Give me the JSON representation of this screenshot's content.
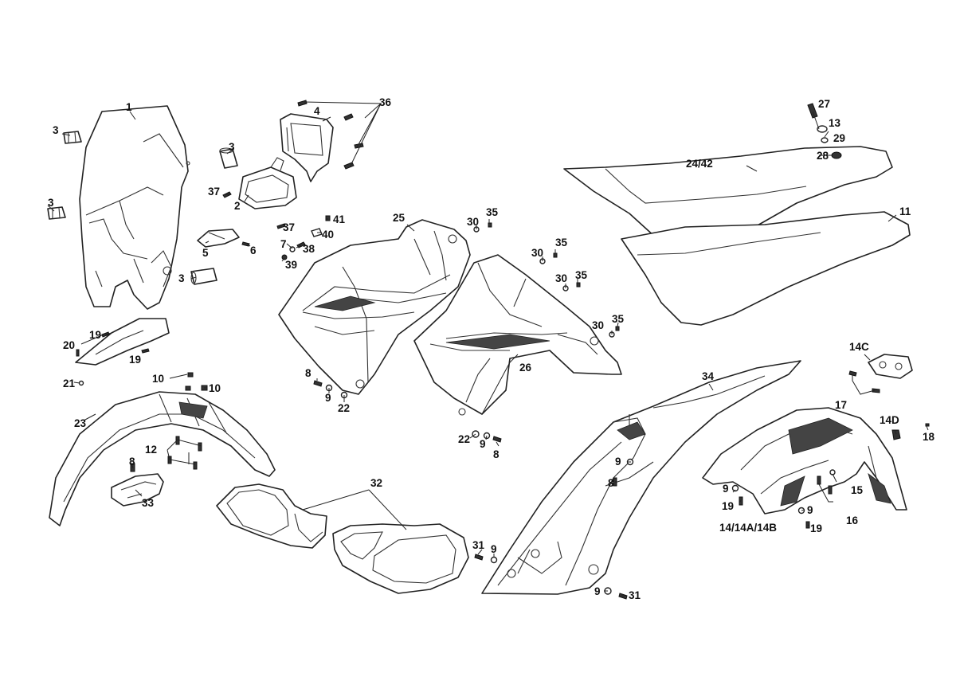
{
  "diagram": {
    "callouts": [
      {
        "id": "c1",
        "text": "1"
      },
      {
        "id": "c3a",
        "text": "3"
      },
      {
        "id": "c3b",
        "text": "3"
      },
      {
        "id": "c3c",
        "text": "3"
      },
      {
        "id": "c3d",
        "text": "3"
      },
      {
        "id": "c4",
        "text": "4"
      },
      {
        "id": "c36",
        "text": "36"
      },
      {
        "id": "c37a",
        "text": "37"
      },
      {
        "id": "c2",
        "text": "2"
      },
      {
        "id": "c37b",
        "text": "37"
      },
      {
        "id": "c41",
        "text": "41"
      },
      {
        "id": "c40",
        "text": "40"
      },
      {
        "id": "c7",
        "text": "7"
      },
      {
        "id": "c38",
        "text": "38"
      },
      {
        "id": "c39",
        "text": "39"
      },
      {
        "id": "c5",
        "text": "5"
      },
      {
        "id": "c6",
        "text": "6"
      },
      {
        "id": "c25",
        "text": "25"
      },
      {
        "id": "c30a",
        "text": "30"
      },
      {
        "id": "c35a",
        "text": "35"
      },
      {
        "id": "c30b",
        "text": "30"
      },
      {
        "id": "c35b",
        "text": "35"
      },
      {
        "id": "c30c",
        "text": "30"
      },
      {
        "id": "c35c",
        "text": "35"
      },
      {
        "id": "c30d",
        "text": "30"
      },
      {
        "id": "c35d",
        "text": "35"
      },
      {
        "id": "c26",
        "text": "26"
      },
      {
        "id": "c27",
        "text": "27"
      },
      {
        "id": "c13",
        "text": "13"
      },
      {
        "id": "c29",
        "text": "29"
      },
      {
        "id": "c28",
        "text": "28"
      },
      {
        "id": "c2442",
        "text": "24/42"
      },
      {
        "id": "c11",
        "text": "11"
      },
      {
        "id": "c20",
        "text": "20"
      },
      {
        "id": "c19a",
        "text": "19"
      },
      {
        "id": "c19b",
        "text": "19"
      },
      {
        "id": "c21",
        "text": "21"
      },
      {
        "id": "c10a",
        "text": "10"
      },
      {
        "id": "c10b",
        "text": "10"
      },
      {
        "id": "c23",
        "text": "23"
      },
      {
        "id": "c12",
        "text": "12"
      },
      {
        "id": "c8a",
        "text": "8"
      },
      {
        "id": "c33",
        "text": "33"
      },
      {
        "id": "c8b",
        "text": "8"
      },
      {
        "id": "c9a",
        "text": "9"
      },
      {
        "id": "c22a",
        "text": "22"
      },
      {
        "id": "c22b",
        "text": "22"
      },
      {
        "id": "c9b",
        "text": "9"
      },
      {
        "id": "c8c",
        "text": "8"
      },
      {
        "id": "c32",
        "text": "32"
      },
      {
        "id": "c31a",
        "text": "31"
      },
      {
        "id": "c9c",
        "text": "9"
      },
      {
        "id": "c34",
        "text": "34"
      },
      {
        "id": "c9d",
        "text": "9"
      },
      {
        "id": "c8d",
        "text": "8"
      },
      {
        "id": "c9e",
        "text": "9"
      },
      {
        "id": "c31b",
        "text": "31"
      },
      {
        "id": "c14c",
        "text": "14C"
      },
      {
        "id": "c17",
        "text": "17"
      },
      {
        "id": "c14d",
        "text": "14D"
      },
      {
        "id": "c18",
        "text": "18"
      },
      {
        "id": "c15",
        "text": "15"
      },
      {
        "id": "c9f",
        "text": "9"
      },
      {
        "id": "c19c",
        "text": "19"
      },
      {
        "id": "c9g",
        "text": "9"
      },
      {
        "id": "c16",
        "text": "16"
      },
      {
        "id": "c19d",
        "text": "19"
      },
      {
        "id": "c14ab",
        "text": "14/14A/14B"
      }
    ]
  }
}
